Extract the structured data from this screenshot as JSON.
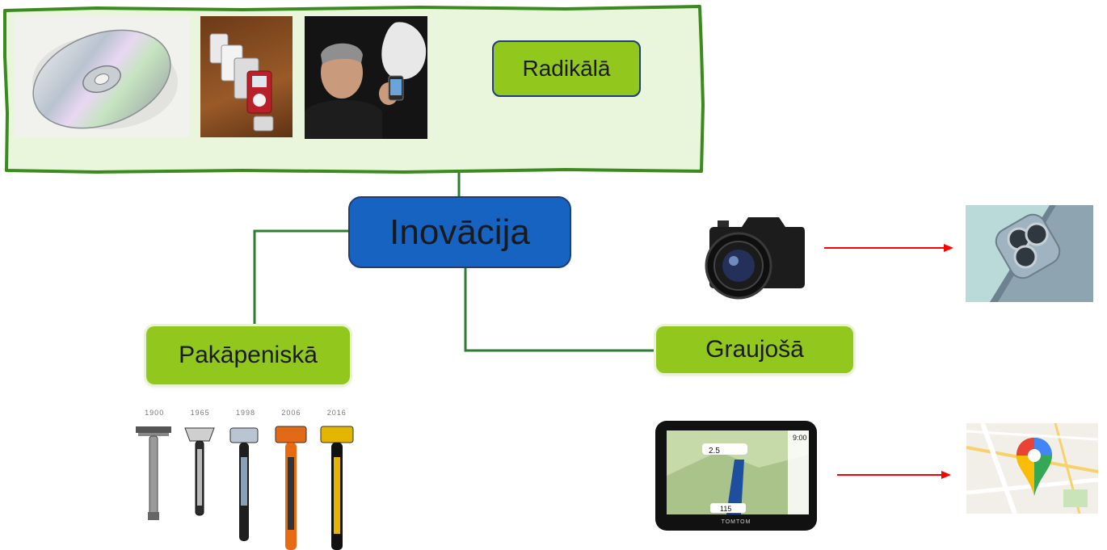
{
  "diagram": {
    "center": {
      "label": "Inovācija"
    },
    "branches": {
      "radical": {
        "label": "Radikālā"
      },
      "incremental": {
        "label": "Pakāpeniskā"
      },
      "disruptive": {
        "label": "Graujošā"
      }
    },
    "razor_years": [
      "1900",
      "1965",
      "1998",
      "2006",
      "2016"
    ],
    "gps_brand": "TOMTOM",
    "gps_screen": {
      "time": "9:00",
      "distance": "2.5",
      "speed": "115"
    }
  },
  "colors": {
    "connector": "#2e7d32",
    "arrow": "#ff0000",
    "green_node": "#92c81e",
    "center_node": "#1763c2",
    "panel_fill": "#eaf6dc",
    "panel_border": "#3a8a1e"
  },
  "icons": [
    "cd-disc-icon",
    "ipod-icon",
    "iphone-presentation-icon",
    "dslr-camera-icon",
    "smartphone-camera-icon",
    "razor-icon",
    "gps-navigator-icon",
    "google-maps-icon"
  ]
}
